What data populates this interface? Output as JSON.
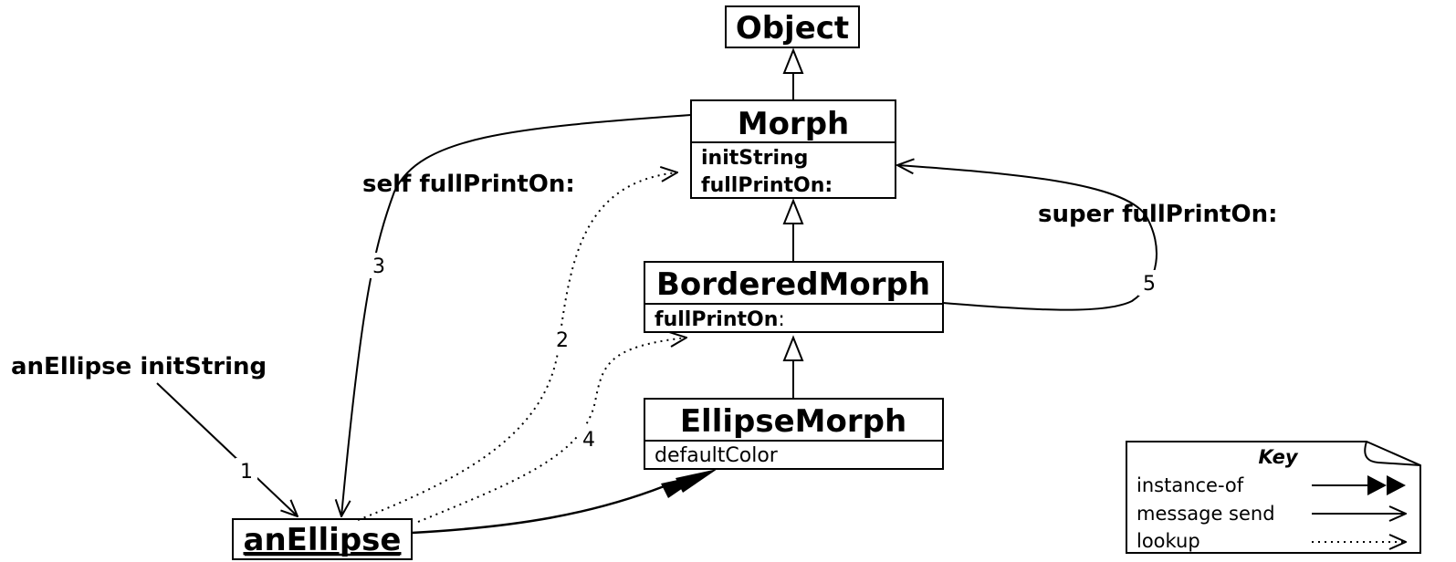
{
  "classes": {
    "object": {
      "name": "Object"
    },
    "morph": {
      "name": "Morph",
      "methods": [
        "initString",
        "fullPrintOn:"
      ]
    },
    "bordered_morph": {
      "name": "BorderedMorph",
      "method_name": "fullPrintOn",
      "method_colon": ":"
    },
    "ellipse_morph": {
      "name": "EllipseMorph",
      "methods": [
        "defaultColor"
      ]
    }
  },
  "instance": {
    "name": "anEllipse"
  },
  "messages": {
    "init_string": "anEllipse initString",
    "self_full_print": "self fullPrintOn:",
    "super_full_print": "super fullPrintOn:"
  },
  "steps": [
    "1",
    "2",
    "3",
    "4",
    "5"
  ],
  "key": {
    "title": "Key",
    "instance_of": "instance-of",
    "message_send": "message send",
    "lookup": "lookup"
  }
}
